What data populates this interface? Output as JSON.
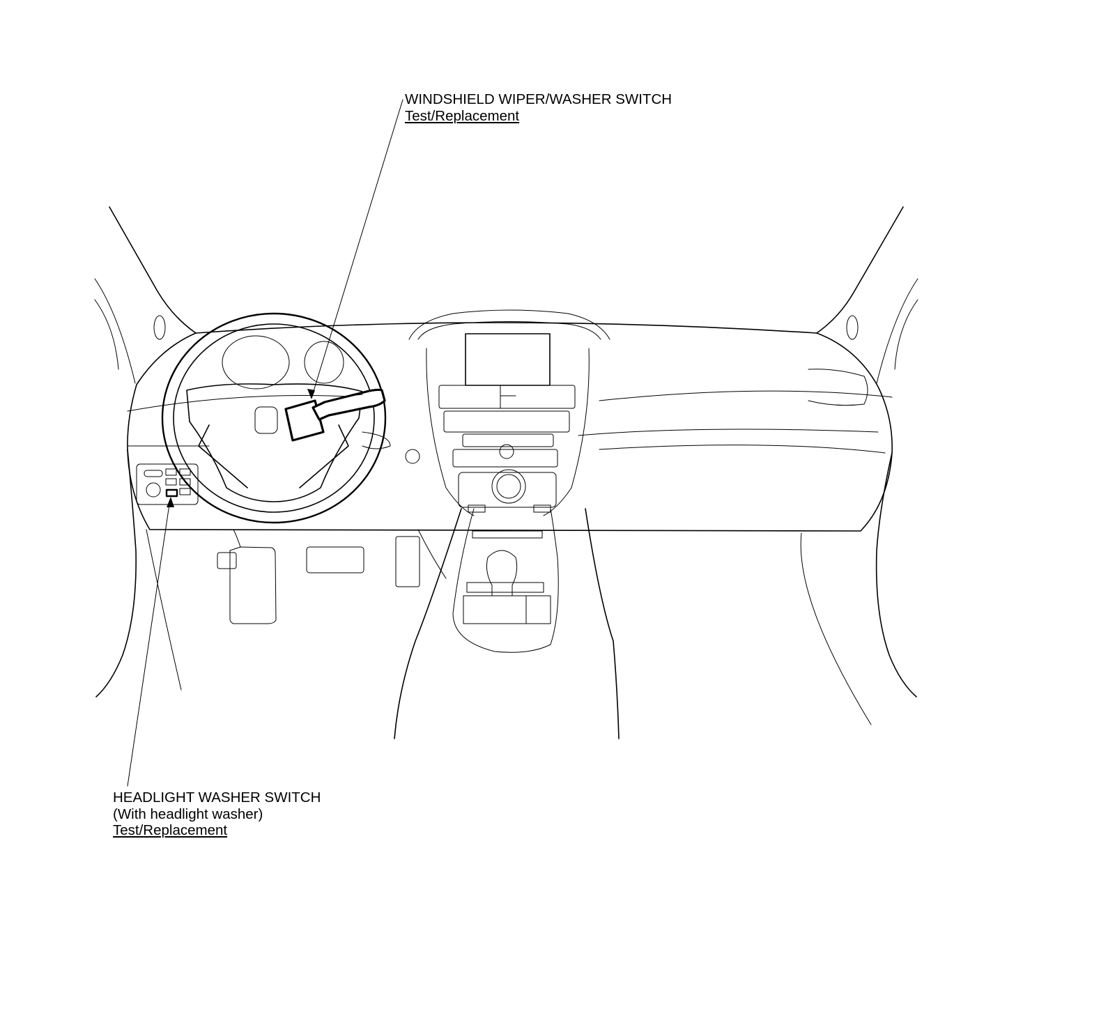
{
  "callouts": {
    "windshield_wiper_washer_switch": {
      "title": "WINDSHIELD WIPER/WASHER SWITCH",
      "link": "Test/Replacement"
    },
    "headlight_washer_switch": {
      "title": "HEADLIGHT WASHER SWITCH",
      "note": "(With headlight washer)",
      "link": "Test/Replacement"
    }
  }
}
